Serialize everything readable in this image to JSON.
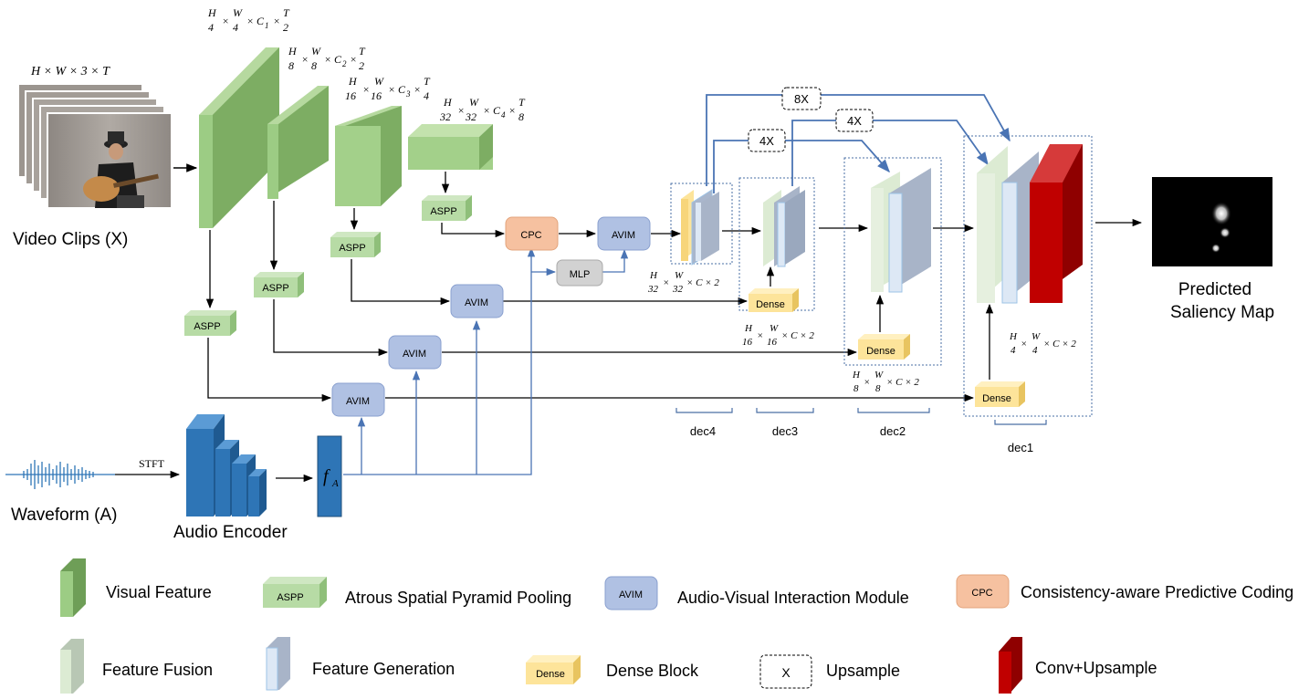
{
  "inputs": {
    "video_dims": "H × W × 3 × T",
    "video_label": "Video Clips (X)",
    "waveform_label": "Waveform (A)",
    "stft_label": "STFT",
    "audio_encoder_label": "Audio Encoder",
    "audio_feature_label": "f",
    "audio_feature_sub": "A"
  },
  "visual_feature_dims": [
    {
      "h": "H",
      "hd": "4",
      "w": "W",
      "wd": "4",
      "c": "C",
      "cs": "1",
      "t": "T",
      "td": "2"
    },
    {
      "h": "H",
      "hd": "8",
      "w": "W",
      "wd": "8",
      "c": "C",
      "cs": "2",
      "t": "T",
      "td": "2"
    },
    {
      "h": "H",
      "hd": "16",
      "w": "W",
      "wd": "16",
      "c": "C",
      "cs": "3",
      "t": "T",
      "td": "4"
    },
    {
      "h": "H",
      "hd": "32",
      "w": "W",
      "wd": "32",
      "c": "C",
      "cs": "4",
      "t": "T",
      "td": "8"
    }
  ],
  "modules": {
    "aspp": "ASPP",
    "avim": "AVIM",
    "cpc": "CPC",
    "mlp": "MLP",
    "dense": "Dense",
    "up8": "8X",
    "up4a": "4X",
    "up4b": "4X"
  },
  "decoder_dims": [
    {
      "h": "H",
      "hd": "32",
      "w": "W",
      "wd": "32",
      "rest": "× C × 2"
    },
    {
      "h": "H",
      "hd": "16",
      "w": "W",
      "wd": "16",
      "rest": "× C × 2"
    },
    {
      "h": "H",
      "hd": "8",
      "w": "W",
      "wd": "8",
      "rest": "× C × 2"
    },
    {
      "h": "H",
      "hd": "4",
      "w": "W",
      "wd": "4",
      "rest": "× C × 2"
    }
  ],
  "decoders": [
    "dec4",
    "dec3",
    "dec2",
    "dec1"
  ],
  "output": {
    "line1": "Predicted",
    "line2": "Saliency Map"
  },
  "legend": {
    "visual_feature": "Visual Feature",
    "aspp": "Atrous Spatial Pyramid Pooling",
    "avim": "Audio-Visual Interaction Module",
    "cpc": "Consistency-aware Predictive Coding",
    "feature_fusion": "Feature Fusion",
    "feature_generation": "Feature Generation",
    "dense_block": "Dense Block",
    "upsample": "Upsample",
    "upsample_box": "X",
    "conv_upsample": "Conv+Upsample"
  },
  "colors": {
    "visual_front": "#8dbf73",
    "visual_side": "#6e9e57",
    "visual_top": "#b6d99f",
    "aspp": "#b7dba5",
    "avim": "#b0c1e3",
    "cpc": "#f6c1a0",
    "mlp": "#d2d2d2",
    "dense": "#fde49a",
    "fusion": "#dcebd3",
    "generation": "#cfdcf2",
    "conv": "#c00000",
    "audio_blue": "#2e75b6",
    "arrow_blue": "#4a74b4",
    "arrow_black": "#000000"
  }
}
